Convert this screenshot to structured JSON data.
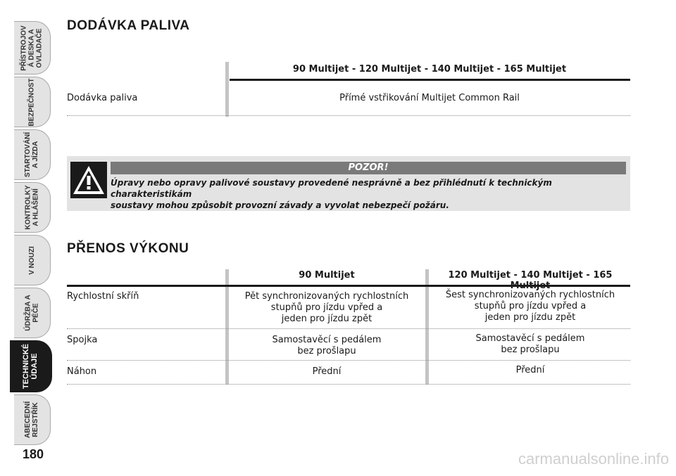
{
  "sidebar": {
    "tabs": [
      {
        "label": "PŘÍSTROJOV\nÁ DESKA A\nOVLADAČE"
      },
      {
        "label": "BEZPEČNOST"
      },
      {
        "label": "STARTOVÁNÍ\nA JÍZDA"
      },
      {
        "label": "KONTROLKY\nA HLÁŠENÍ"
      },
      {
        "label": "V NOUZI"
      },
      {
        "label": "ÚDRŽBA A\nPÉČE"
      },
      {
        "label": "TECHNICKÉ\nÚDAJE",
        "active": true
      },
      {
        "label": "ABECEDNÍ\nREJSTŘÍK"
      }
    ]
  },
  "page_number": "180",
  "fuel": {
    "title": "DODÁVKA PALIVA",
    "column_header": "90 Multijet - 120 Multijet - 140 Multijet - 165 Multijet",
    "row_label": "Dodávka paliva",
    "row_value": "Přímé vstřikování Multijet Common Rail"
  },
  "warning": {
    "title": "POZOR!",
    "text_line1": "Úpravy nebo opravy palivové soustavy provedené nesprávně a bez přihlédnutí k technickým charakteristikám",
    "text_line2": "soustavy mohou způsobit provozní závady a vyvolat nebezpečí požáru."
  },
  "transmission": {
    "title": "PŘENOS VÝKONU",
    "col1_header": "90 Multijet",
    "col2_header": "120 Multijet - 140 Multijet - 165 Multijet",
    "rows": [
      {
        "label": "Rychlostní skříň",
        "col1": [
          "Pět synchronizovaných rychlostních",
          "stupňů pro jízdu vpřed a",
          "jeden pro jízdu zpět"
        ],
        "col2": [
          "Šest synchronizovaných rychlostních",
          "stupňů pro jízdu vpřed a",
          "jeden pro jízdu zpět"
        ]
      },
      {
        "label": "Spojka",
        "col1": [
          "Samostavěcí s pedálem",
          "bez prošlapu"
        ],
        "col2": [
          "Samostavěcí s pedálem",
          "bez prošlapu"
        ]
      },
      {
        "label": "Náhon",
        "col1": [
          "Přední"
        ],
        "col2": [
          "Přední"
        ]
      }
    ]
  },
  "watermark": "carmanualsonline.info",
  "colors": {
    "tab_bg": "#e3e3e3",
    "tab_active": "#1a1a1a",
    "warning_bg": "#e3e3e3",
    "warning_head": "#7a7a7a"
  }
}
